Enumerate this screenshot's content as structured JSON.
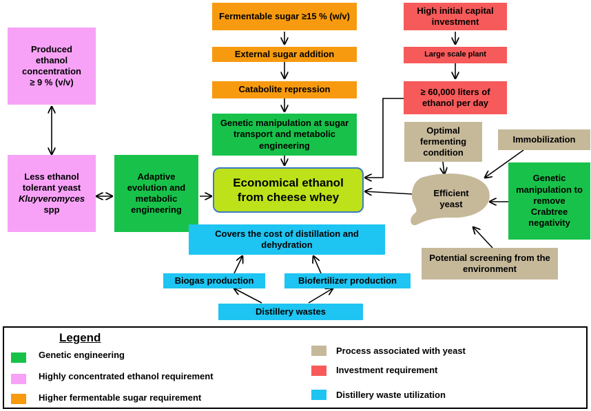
{
  "colors": {
    "genetic_engineering": "#18c24a",
    "ethanol_requirement": "#f7a2f7",
    "sugar_requirement": "#f79a0f",
    "yeast_process": "#c6b99a",
    "investment": "#f75a5a",
    "waste": "#1ec4f2",
    "center": "#bde21a",
    "center_border": "#3a79c8"
  },
  "nodes": {
    "fermentable_sugar": "Fermentable sugar ≥15 % (w/v)",
    "external_sugar": "External sugar  addition",
    "catabolite": "Catabolite repression",
    "genetic_sugar": "Genetic manipulation at sugar transport and metabolic engineering",
    "high_capital": "High initial  capital investment",
    "large_plant": "Large scale plant",
    "liters": "≥ 60,000 liters of ethanol per day",
    "produced_ethanol": "Produced ethanol concentration ≥ 9 % (v/v)",
    "less_tolerant_line1": "Less ethanol tolerant yeast",
    "less_tolerant_italic": "Kluyveromyces",
    "less_tolerant_line3": "spp",
    "adaptive": "Adaptive evolution and metabolic engineering",
    "economical": "Economical ethanol from cheese whey",
    "optimal": "Optimal fermenting condition",
    "immobilization": "Immobilization",
    "efficient_yeast": "Efficient yeast",
    "genetic_crabtree": "Genetic manipulation to remove Crabtree negativity",
    "potential_screening": "Potential screening from the environment",
    "covers_cost": "Covers the cost of distillation and dehydration",
    "biogas": "Biogas production",
    "biofertilizer": "Biofertilizer production",
    "distillery_wastes": "Distillery wastes"
  },
  "legend": {
    "title": "Legend",
    "items": [
      {
        "label": "Genetic engineering",
        "color": "#18c24a"
      },
      {
        "label": "Highly concentrated  ethanol requirement",
        "color": "#f7a2f7"
      },
      {
        "label": "Higher fermentable sugar requirement",
        "color": "#f79a0f"
      },
      {
        "label": "Process associated with yeast",
        "color": "#c6b99a"
      },
      {
        "label": "Investment requirement",
        "color": "#f75a5a"
      },
      {
        "label": "Distillery waste utilization",
        "color": "#1ec4f2"
      }
    ]
  }
}
